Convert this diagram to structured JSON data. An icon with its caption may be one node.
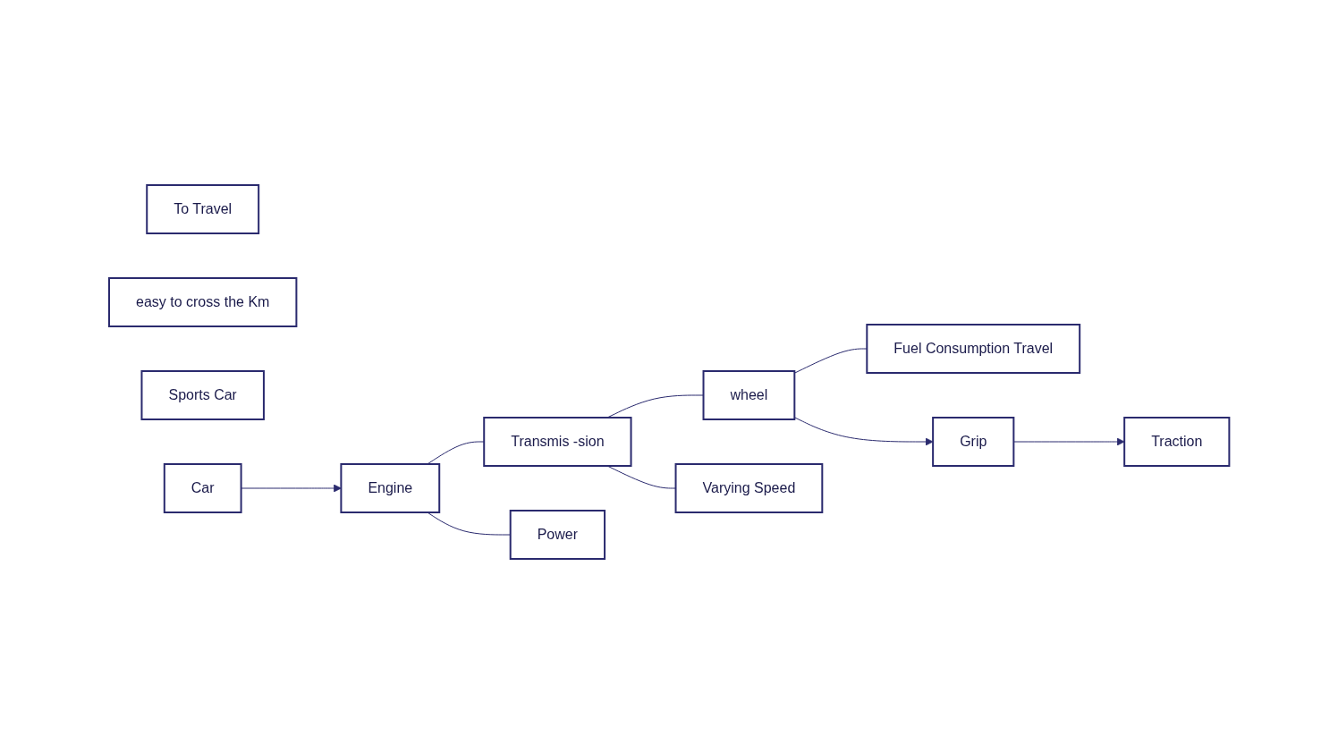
{
  "diagram": {
    "nodes": [
      {
        "text": [
          "To Travel"
        ]
      },
      {
        "text": [
          "easy to cross the Km"
        ]
      },
      {
        "text": [
          "Sports Car"
        ]
      },
      {
        "text": [
          "Car"
        ]
      },
      {
        "text": [
          "Engine"
        ]
      },
      {
        "text": [
          "Transmis -sion"
        ]
      },
      {
        "text": [
          "wheel"
        ]
      },
      {
        "text": [
          "Fuel Consumption Travel"
        ]
      },
      {
        "text": [
          "Grip"
        ]
      },
      {
        "text": [
          "Power"
        ]
      },
      {
        "text": [
          "Varying Speed"
        ]
      },
      {
        "text": [
          "Traction"
        ]
      }
    ],
    "edges": [
      {
        "from": 3,
        "to": 4,
        "arrow": "to"
      },
      {
        "from": 4,
        "to": 5,
        "arrow": "none"
      },
      {
        "from": 5,
        "to": 6,
        "arrow": "none"
      },
      {
        "from": 6,
        "to": 7,
        "arrow": "none"
      },
      {
        "from": 4,
        "to": 9,
        "arrow": "none"
      },
      {
        "from": 5,
        "to": 10,
        "arrow": "none"
      },
      {
        "from": 6,
        "to": 8,
        "arrow": "to"
      },
      {
        "from": 8,
        "to": 11,
        "arrow": "to"
      }
    ]
  }
}
